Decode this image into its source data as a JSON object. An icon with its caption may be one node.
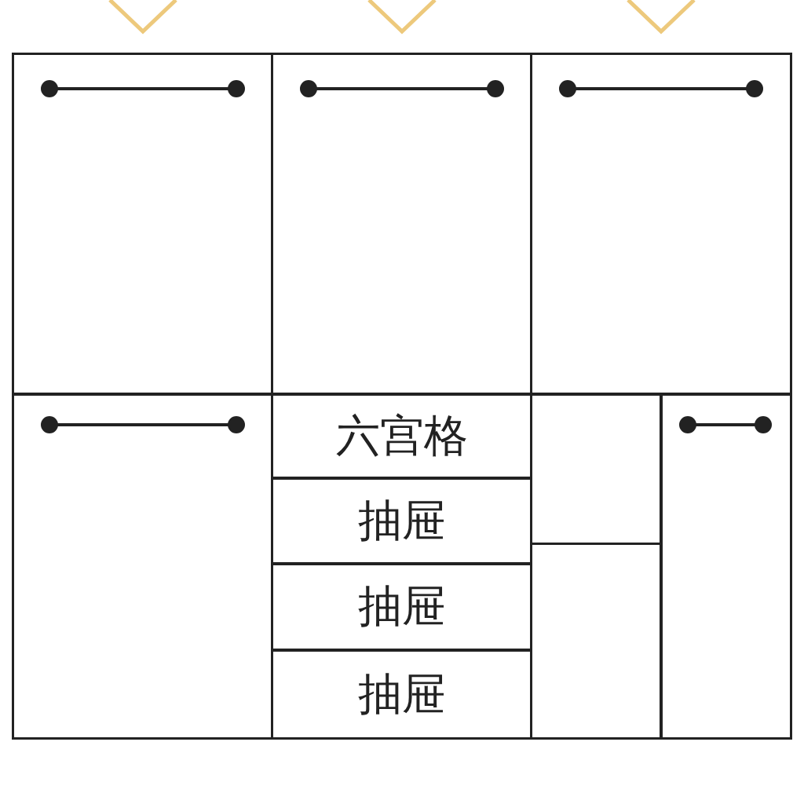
{
  "diagram": {
    "nodes": [
      {
        "text": [],
        "shape": "box"
      },
      {
        "text": [],
        "shape": "box"
      },
      {
        "text": [],
        "shape": "box"
      },
      {
        "text": [],
        "shape": "box"
      },
      {
        "text": [
          "六宫格"
        ]
      },
      {
        "text": [
          "抽屉"
        ]
      },
      {
        "text": [
          "抽屉"
        ]
      },
      {
        "text": [
          "抽屉"
        ]
      },
      {
        "text": [],
        "shape": "box"
      },
      {
        "text": [],
        "shape": "box"
      },
      {
        "text": [],
        "shape": "box"
      }
    ]
  }
}
